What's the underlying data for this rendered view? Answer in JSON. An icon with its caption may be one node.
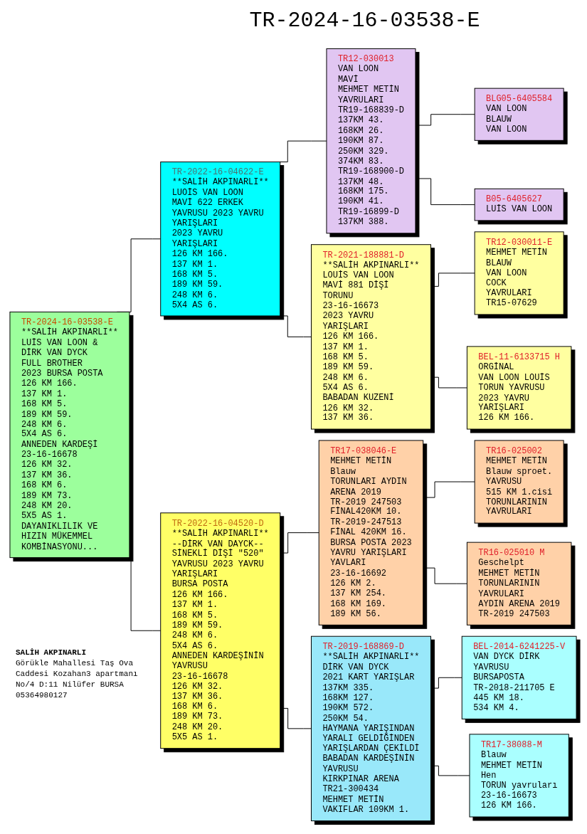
{
  "diagram": {
    "title": "TR-2024-16-03538-E",
    "nodes": [
      {
        "text": [
          "TR-2024-16-03538-E",
          "**SALİH AKPINARLI**",
          "LUİS VAN LOON &",
          "DİRK VAN DYCK",
          "FULL BROTHER",
          "2023 BURSA POSTA",
          "126 KM 166.",
          "137 KM 1.",
          "168 KM 5.",
          "189 KM 59.",
          "248 KM 6.",
          "5X4 AS 6.",
          "ANNEDEN KARDEŞİ",
          "23-16-16678",
          "126 KM 32.",
          "137 KM 36.",
          "168 KM 6.",
          "189 KM 73.",
          "248 KM 20.",
          "5X5 AS 1.",
          "DAYANIKLILIK VE",
          "HIZIN MÜKEMMEL",
          "KOMBİNASYONU..."
        ]
      },
      {
        "text": [
          "TR-2022-16-04622-E",
          "**SALİH AKPINARLI**",
          "LUOİS VAN LOON",
          "MAVİ 622 ERKEK",
          "YAVRUSU 2023 YAVRU",
          "YARIŞLARI",
          "2023 YAVRU",
          "YARIŞLARI",
          "126 KM 166.",
          "137 KM 1.",
          "168 KM 5.",
          "189 KM 59.",
          "248 KM 6.",
          "5X4 AS 6."
        ]
      },
      {
        "text": [
          "TR-2022-16-04520-D",
          "**SALİH AKPINARLI**",
          "--DİRK VAN DAYCK--",
          "SİNEKLİ DİŞİ \"520\"",
          "YAVRUSU 2023 YAVRU",
          "YARIŞLARI",
          "BURSA POSTA",
          "126 KM 166.",
          "137 KM 1.",
          "168 KM 5.",
          "189 KM 59.",
          "248 KM 6.",
          "5X4 AS 6.",
          "ANNEDEN KARDEŞİNİN",
          "YAVRUSU",
          "23-16-16678",
          "126 KM 32.",
          "137 KM 36.",
          "168 KM 6.",
          "189 KM 73.",
          "248 KM 20.",
          "5X5 AS 1."
        ]
      },
      {
        "text": [
          "TR12-030013",
          "VAN LOON",
          "MAVİ",
          "MEHMET METİN",
          "YAVRULARI",
          "TR19-168839-D",
          "137KM 43.",
          "168KM 26.",
          "190KM 87.",
          "250KM 329.",
          "374KM 83.",
          "TR19-168900-D",
          "137KM 48.",
          "168KM 175.",
          "190KM 41.",
          "TR19-16899-D",
          "137KM 388."
        ]
      },
      {
        "text": [
          "TR-2021-188881-D",
          "**SALİH AKPINARLI**",
          "LOUİS VAN LOON",
          "MAVİ 881 DİŞİ",
          "TORUNU",
          "23-16-16673",
          "2023 YAVRU",
          "YARIŞLARI",
          "126 KM 166.",
          "137 KM 1.",
          "168 KM 5.",
          "189 KM 59.",
          "248 KM 6.",
          "5X4 AS 6.",
          "BABADAN KUZENİ",
          "126 KM 32.",
          "137 KM 36."
        ]
      },
      {
        "text": [
          "TR17-038046-E",
          "MEHMET METİN",
          "Blauw",
          "TORUNLARI AYDIN",
          "ARENA 2019",
          "TR-2019 247503",
          "FİNAL420KM 10.",
          "TR-2019-247513",
          "FİNAL 420KM 16.",
          "BURSA POSTA 2023",
          "YAVRU YARIŞLARI",
          "YAVLARI",
          "23-16-16692",
          "126 KM 2.",
          "137 KM 254.",
          "168 KM 169.",
          "189 KM 56."
        ]
      },
      {
        "text": [
          "TR-2019-168869-D",
          "**SALİH AKPINARLI**",
          "DİRK VAN DYCK",
          "2021 KART YARIŞLAR",
          "137KM 335.",
          "168KM 127.",
          "190KM 572.",
          "250KM 54.",
          "HAYMANA YARIŞINDAN",
          "YARALI GELDİĞİNDEN",
          "YARIŞLARDAN ÇEKİLDİ",
          "BABADAN KARDEŞİNİN",
          "YAVRUSU",
          "KIRKPINAR ARENA",
          "TR21-300434",
          "MEHMET METİN",
          "VAKIFLAR 109KM 1."
        ]
      },
      {
        "text": [
          "BLG05-6405584",
          "VAN LOON",
          "BLAUW",
          "VAN LOON"
        ]
      },
      {
        "text": [
          "B05-6405627",
          "LUİS VAN LOON"
        ]
      },
      {
        "text": [
          "TR12-030011-E",
          "MEHMET METİN",
          "BLAUW",
          "VAN LOON",
          "COCK",
          "YAVRULARI",
          "TR15-07629"
        ]
      },
      {
        "text": [
          "BEL-11-6133715 H",
          "ORGİNAL",
          "VAN LOON LOUİS",
          "TORUN YAVRUSU",
          "2023 YAVRU",
          "YARIŞLARI",
          "126 KM 166."
        ]
      },
      {
        "text": [
          "TR16-025002",
          "MEHMET METİN",
          "Blauw sproet.",
          "YAVRUSU",
          "515 KM 1.cisi",
          "TORUNLARININ",
          "YAVRULARI"
        ]
      },
      {
        "text": [
          "TR16-025010 M",
          "Geschelpt",
          "MEHMET METİN",
          "TORUNLARININ",
          "YAVRULARI",
          "AYDIN ARENA 2019",
          "TR-2019 247503"
        ]
      },
      {
        "text": [
          "BEL-2014-6241225-V",
          "VAN DYCK DİRK",
          "YAVRUSU",
          "BURSAPOSTA",
          "TR-2018-211705 E",
          "445 KM 18.",
          "534 KM 4."
        ]
      },
      {
        "text": [
          "TR17-38088-M",
          "Blauw",
          "MEHMET METİN",
          "Hen",
          "TORUN yavruları",
          "23-16-16673",
          "126 KM 166."
        ]
      }
    ],
    "edges": [
      {
        "from": 0,
        "to": 1,
        "arrow": "none"
      },
      {
        "from": 0,
        "to": 2,
        "arrow": "none"
      },
      {
        "from": 1,
        "to": 3,
        "arrow": "none"
      },
      {
        "from": 1,
        "to": 4,
        "arrow": "none"
      },
      {
        "from": 2,
        "to": 5,
        "arrow": "none"
      },
      {
        "from": 2,
        "to": 6,
        "arrow": "none"
      },
      {
        "from": 3,
        "to": 7,
        "arrow": "none"
      },
      {
        "from": 3,
        "to": 8,
        "arrow": "none"
      },
      {
        "from": 4,
        "to": 9,
        "arrow": "none"
      },
      {
        "from": 4,
        "to": 10,
        "arrow": "none"
      },
      {
        "from": 5,
        "to": 11,
        "arrow": "none"
      },
      {
        "from": 5,
        "to": 12,
        "arrow": "none"
      },
      {
        "from": 6,
        "to": 13,
        "arrow": "none"
      },
      {
        "from": 6,
        "to": 14,
        "arrow": "none"
      }
    ],
    "labels": [
      "SALİH AKPINARLI",
      "Görükle Mahallesi Taş Ova Caddesi Kozahan3 apartmanı No/4 D:11 Nilüfer BURSA",
      "05364980127"
    ]
  }
}
